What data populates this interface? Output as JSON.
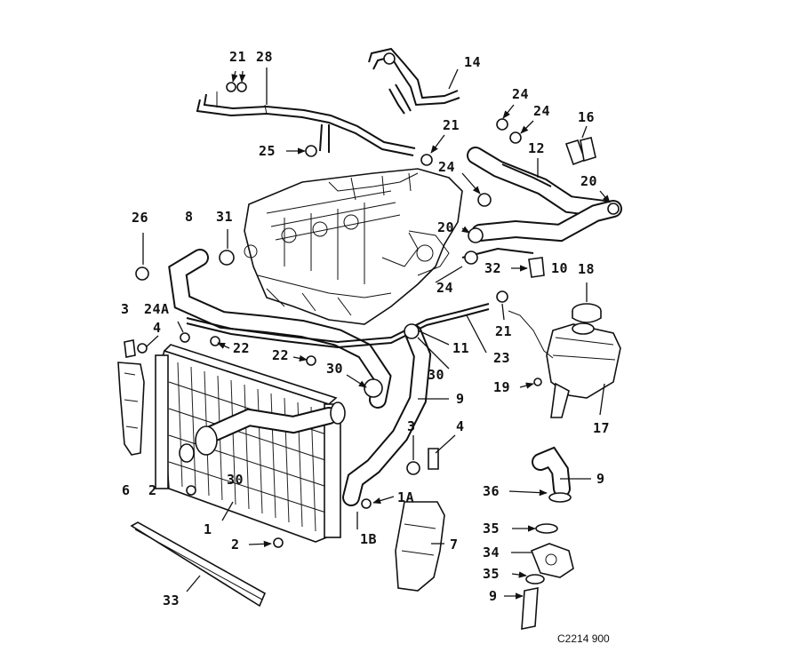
{
  "diagram_code": "C2214 900",
  "labels": {
    "l21a": "21",
    "l28": "28",
    "l14": "14",
    "l24a": "24",
    "l24b": "24",
    "l16": "16",
    "l21b": "21",
    "l12": "12",
    "l25": "25",
    "l24c": "24",
    "l20a": "20",
    "l26": "26",
    "l8": "8",
    "l31": "31",
    "l20b": "20",
    "l32": "32",
    "l10": "10",
    "l18": "18",
    "l24d": "24",
    "l3a": "3",
    "l24A": "24A",
    "l4a": "4",
    "l22a": "22",
    "l22b": "22",
    "l11": "11",
    "l21c": "21",
    "l23": "23",
    "l30a": "30",
    "l30b": "30",
    "l9a": "9",
    "l19": "19",
    "l17": "17",
    "l3b": "3",
    "l4b": "4",
    "l36": "36",
    "l9b": "9",
    "l6": "6",
    "l2a": "2",
    "l30c": "30",
    "l1A": "1A",
    "l35a": "35",
    "l1": "1",
    "l2b": "2",
    "l1B": "1B",
    "l7": "7",
    "l34": "34",
    "l35b": "35",
    "l9c": "9",
    "l33": "33"
  }
}
